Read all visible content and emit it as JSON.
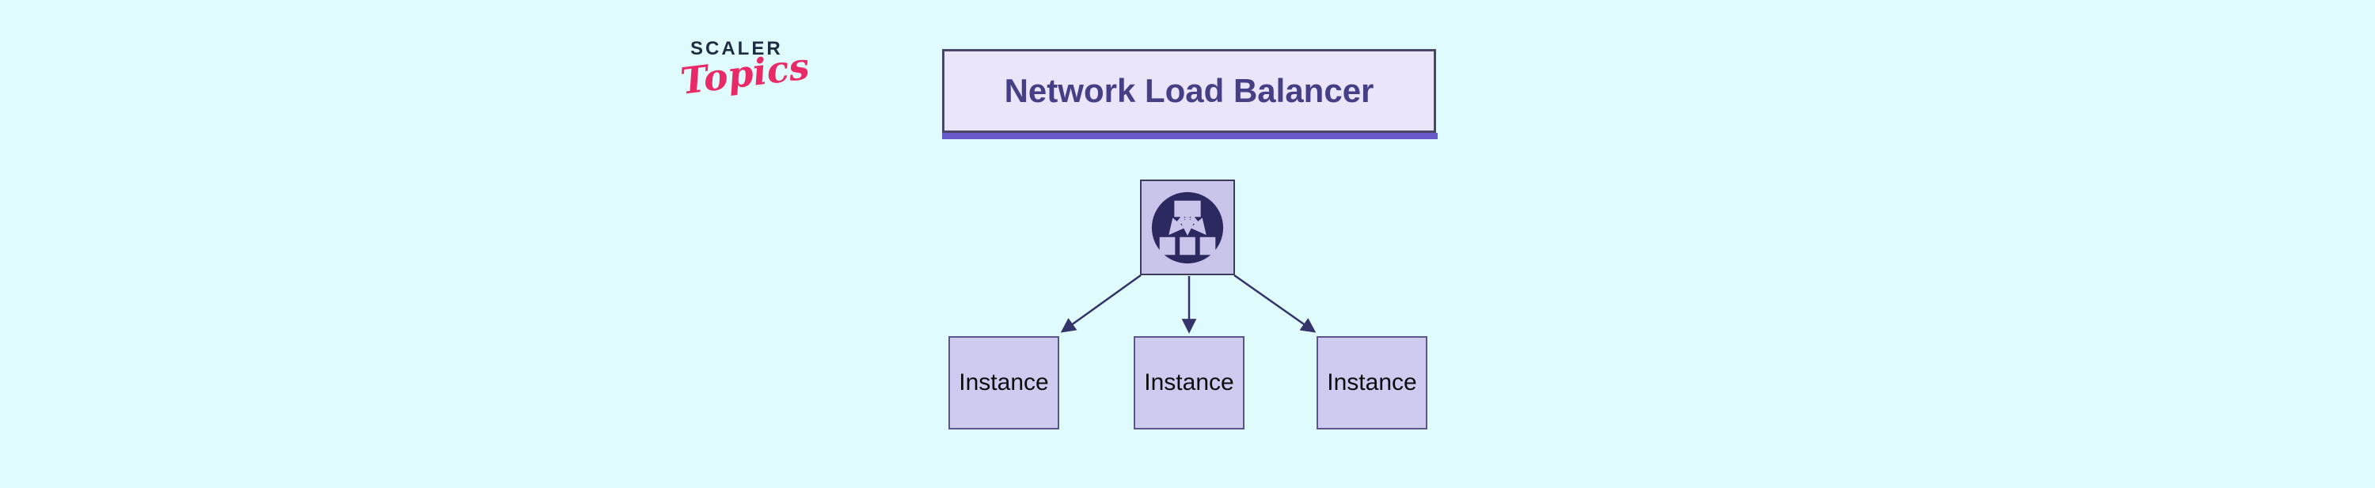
{
  "logo": {
    "brand": "SCALER",
    "sub": "Topics"
  },
  "diagram": {
    "title": "Network Load Balancer",
    "load_balancer": {
      "icon": "load-balancer-icon"
    },
    "instances": [
      {
        "label": "Instance"
      },
      {
        "label": "Instance"
      },
      {
        "label": "Instance"
      }
    ]
  },
  "colors": {
    "background": "#e0fbfc",
    "title_box_fill": "#eae5f8",
    "title_box_border": "#4b4566",
    "title_text": "#453f85",
    "title_underline": "#685ac9",
    "lb_box_fill": "#c9c4ea",
    "lb_box_border": "#3e3a5c",
    "lb_circle": "#2b2960",
    "instance_fill": "#cecaf0",
    "instance_border": "#5b5689",
    "instance_text": "#0d0d0d",
    "connector": "#34336a",
    "logo_brand": "#1e2c44",
    "logo_sub": "#e92a66"
  }
}
